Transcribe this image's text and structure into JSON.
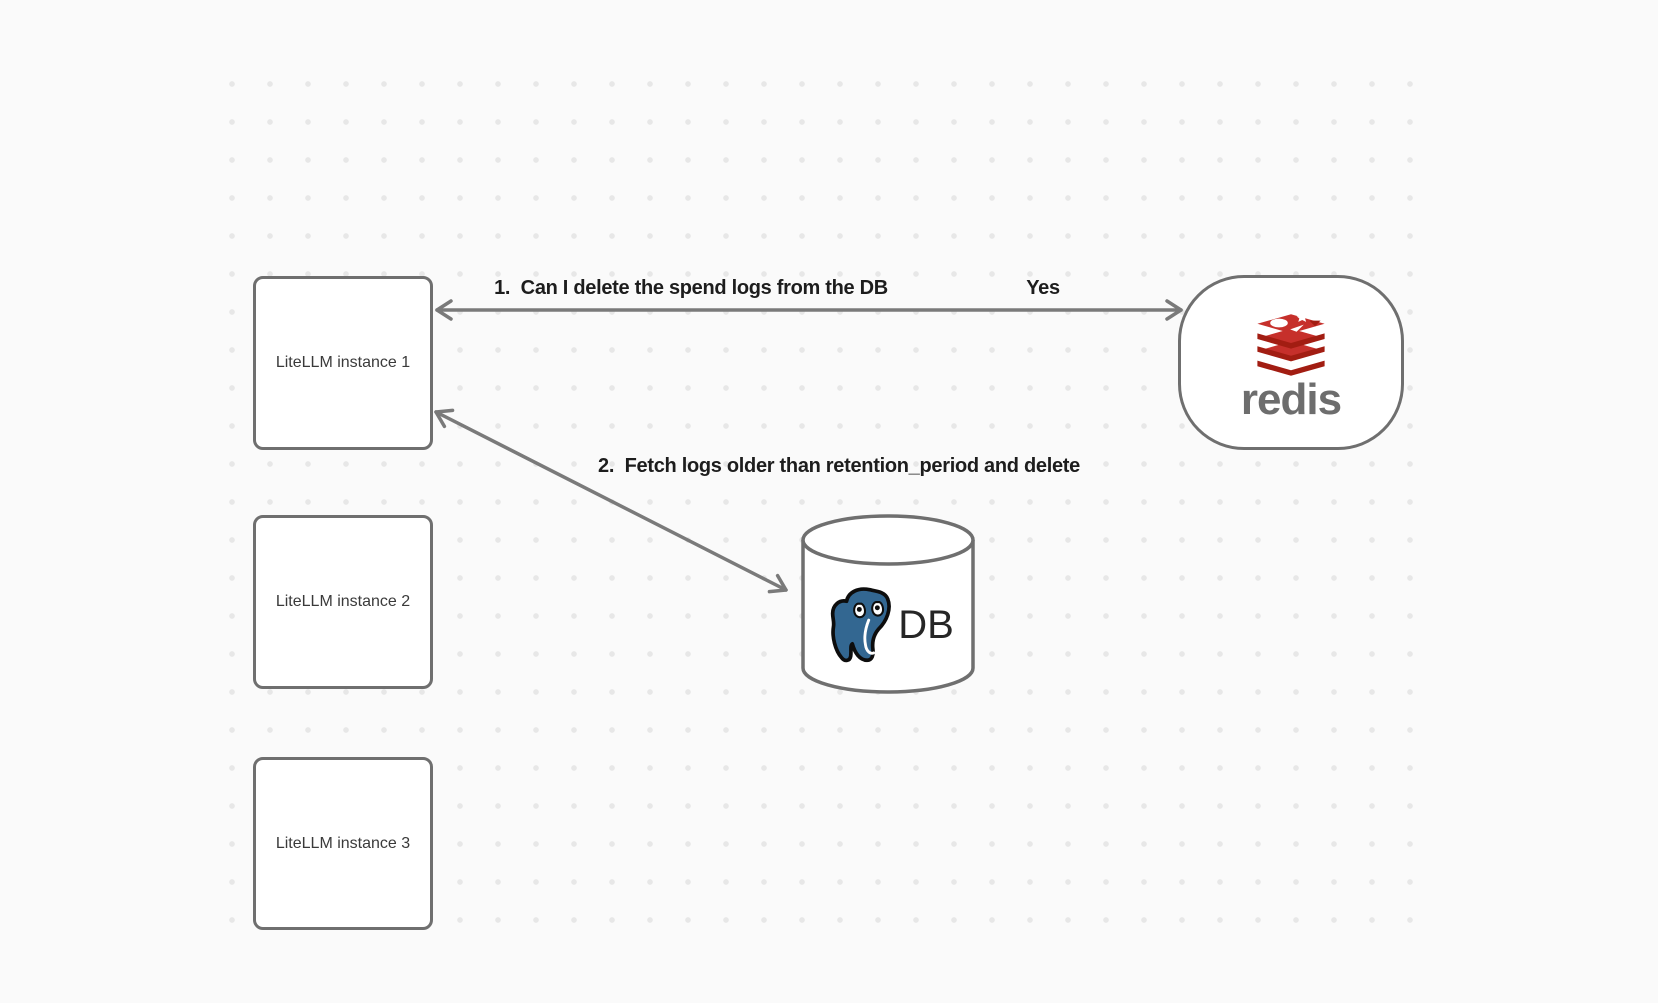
{
  "colors": {
    "background": "#fafafa",
    "grid_dot": "#e7e7e7",
    "shape_stroke": "#6f6f6f",
    "arrow": "#7a7a7a",
    "label_text": "#1d1d1d",
    "box_text": "#3a3a3a",
    "redis_red": "#c6302b",
    "redis_dark_red": "#a21d12",
    "redis_wordmark": "#6d6d6d",
    "postgres_blue": "#336791",
    "db_text": "#262626"
  },
  "nodes": {
    "instance1": {
      "label": "LiteLLM instance 1"
    },
    "instance2": {
      "label": "LiteLLM instance 2"
    },
    "instance3": {
      "label": "LiteLLM instance 3"
    },
    "redis": {
      "wordmark": "redis"
    },
    "db": {
      "label": "DB"
    }
  },
  "arrows": {
    "arrow1": {
      "label": "1.  Can I delete the spend logs from the DB",
      "answer": "Yes"
    },
    "arrow2": {
      "label": "2.  Fetch logs older than retention_period and delete"
    }
  }
}
